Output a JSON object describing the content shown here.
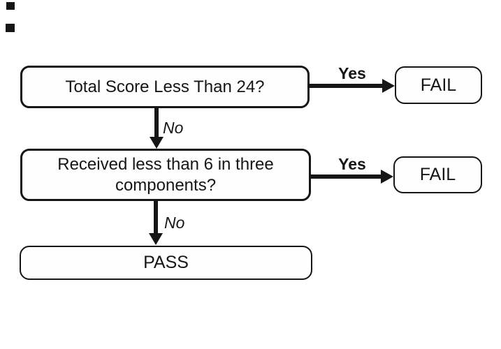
{
  "diagram": {
    "type": "flowchart",
    "decisions": [
      {
        "question": "Total Score Less Than 24?",
        "yes_label": "Yes",
        "no_label": "No",
        "yes_result": "FAIL"
      },
      {
        "question": "Received less than 6 in three components?",
        "yes_label": "Yes",
        "no_label": "No",
        "yes_result": "FAIL"
      }
    ],
    "final_result": "PASS",
    "colors": {
      "ink": "#161616",
      "background": "#ffffff",
      "box_fill": "#fefefe"
    }
  }
}
